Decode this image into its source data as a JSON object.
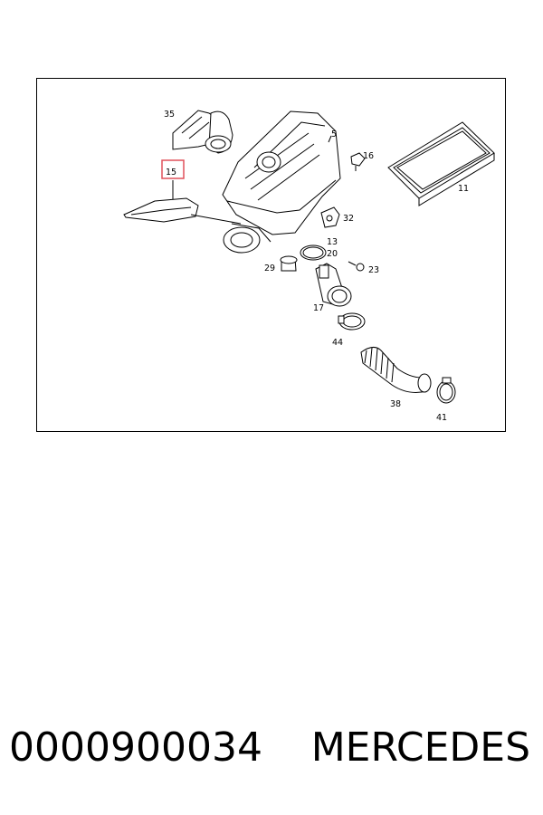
{
  "callouts": {
    "c35": "35",
    "c15": "15",
    "c5": "5",
    "c16": "16",
    "c11": "11",
    "c32": "32",
    "c13": "13",
    "c20": "20",
    "c29": "29",
    "c23": "23",
    "c17": "17",
    "c44": "44",
    "c38": "38",
    "c41": "41"
  },
  "highlight_color": "#e0505a",
  "footer": {
    "part_number": "0000900034",
    "brand": "MERCEDES"
  }
}
